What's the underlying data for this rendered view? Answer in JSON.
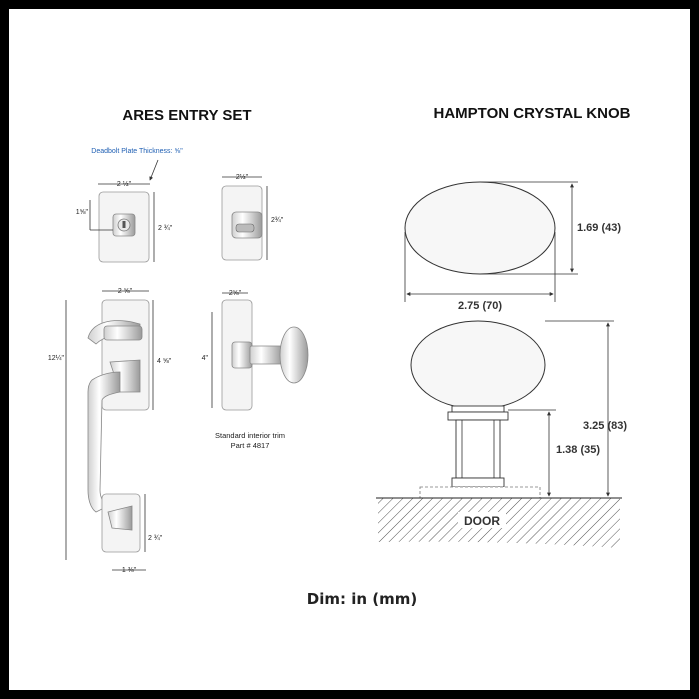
{
  "titles": {
    "left": "ARES ENTRY SET",
    "right": "HAMPTON CRYSTAL KNOB"
  },
  "ares": {
    "deadbolt_note": "Deadbolt Plate Thickness: ⅝\"",
    "deadbolt_width": "2 ½\"",
    "deadbolt_left": "1⅝\"",
    "deadbolt_height": "2 ¾\"",
    "interior_width": "2½\"",
    "interior_height": "2¾\"",
    "handle_plate_width": "2 ⅝\"",
    "handle_total_height": "12¼\"",
    "handle_plate_height": "4 ⅝\"",
    "handle_bottom_height": "2 ¾\"",
    "handle_bottom_width": "1 ⅜\"",
    "trim_width": "2⅝\"",
    "trim_height": "4\"",
    "trim_caption_line1": "Standard interior trim",
    "trim_caption_line2": "Part # 4817"
  },
  "hampton": {
    "knob_height": "1.69 (43)",
    "knob_width": "2.75 (70)",
    "total_height": "3.25 (83)",
    "neck_height": "1.38 (35)",
    "door_label": "DOOR"
  },
  "footer": "Dim: in (mm)",
  "colors": {
    "frame": "#000000",
    "background": "#ffffff",
    "note_blue": "#1f5fb3"
  }
}
